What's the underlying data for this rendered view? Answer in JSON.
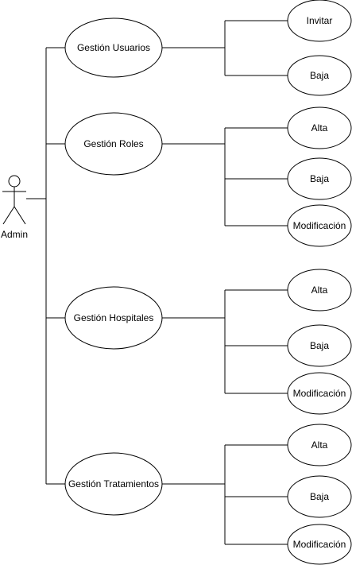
{
  "actor": {
    "label": "Admin"
  },
  "groups": [
    {
      "label": "Gestión Usuarios",
      "children": [
        "Invitar",
        "Baja"
      ]
    },
    {
      "label": "Gestión Roles",
      "children": [
        "Alta",
        "Baja",
        "Modificación"
      ]
    },
    {
      "label": "Gestión Hospitales",
      "children": [
        "Alta",
        "Baja",
        "Modificación"
      ]
    },
    {
      "label": "Gestión Tratamientos",
      "children": [
        "Alta",
        "Baja",
        "Modificación"
      ]
    }
  ]
}
